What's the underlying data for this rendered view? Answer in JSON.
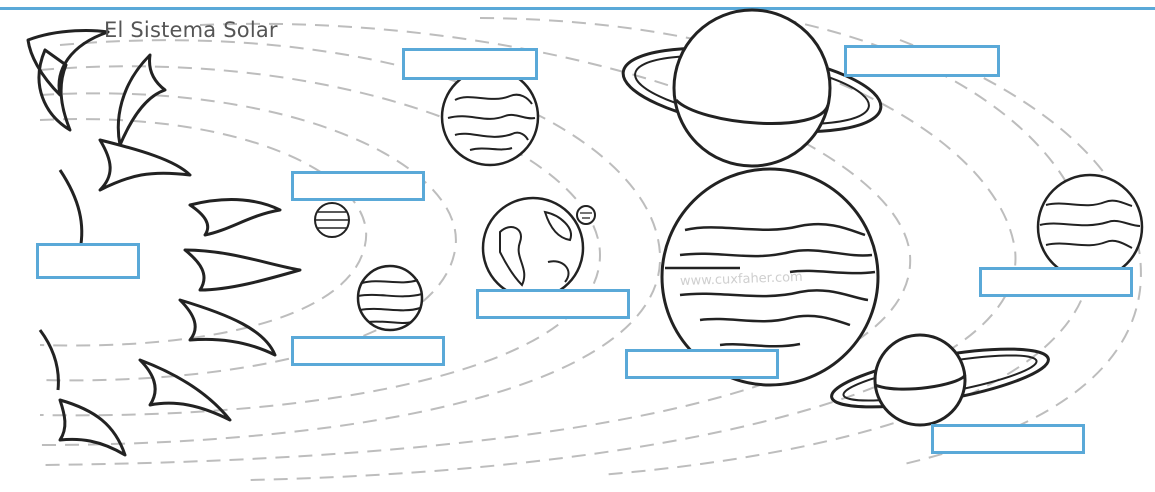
{
  "worksheet": {
    "title": "El Sistema Solar",
    "watermark": "www.cuxfaher.com",
    "accent_color": "#5aa9d8",
    "line_color": "#222222",
    "orbit_color": "#bdbdbd"
  },
  "planets": [
    {
      "name": "mercury-icon"
    },
    {
      "name": "venus-icon"
    },
    {
      "name": "earth-icon"
    },
    {
      "name": "moon-icon"
    },
    {
      "name": "mars-icon"
    },
    {
      "name": "jupiter-icon"
    },
    {
      "name": "saturn-icon"
    },
    {
      "name": "uranus-icon"
    },
    {
      "name": "neptune-icon"
    },
    {
      "name": "sun-icon"
    }
  ],
  "answer_fields": [
    {
      "id": "sun",
      "value": ""
    },
    {
      "id": "mercury",
      "value": ""
    },
    {
      "id": "venus",
      "value": ""
    },
    {
      "id": "earth",
      "value": ""
    },
    {
      "id": "mars",
      "value": ""
    },
    {
      "id": "jupiter",
      "value": ""
    },
    {
      "id": "saturn",
      "value": ""
    },
    {
      "id": "uranus",
      "value": ""
    },
    {
      "id": "neptune",
      "value": ""
    }
  ]
}
